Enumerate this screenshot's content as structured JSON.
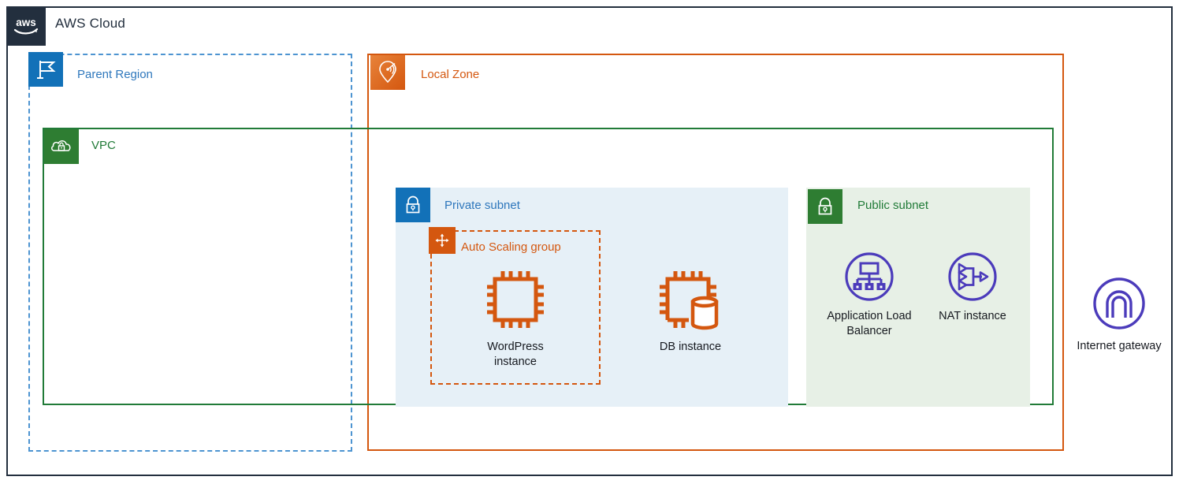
{
  "diagram": {
    "title": "AWS Cloud",
    "aws_logo": "aws-logo",
    "groups": {
      "parent_region": {
        "label": "Parent Region",
        "icon": "region-flag-icon",
        "color": "#2e77bc",
        "border_color": "#4d94d1",
        "border_style": "dashed"
      },
      "local_zone": {
        "label": "Local Zone",
        "icon": "local-zone-pin-icon",
        "color": "#d4570f",
        "border_color": "#d4570f",
        "border_style": "solid"
      },
      "vpc": {
        "label": "VPC",
        "icon": "vpc-cloud-lock-icon",
        "color": "#217b38",
        "border_color": "#217b38",
        "border_style": "solid"
      },
      "private_subnet": {
        "label": "Private subnet",
        "icon": "padlock-icon",
        "color": "#2e77bc",
        "fill": "#e6f0f7"
      },
      "public_subnet": {
        "label": "Public subnet",
        "icon": "padlock-icon",
        "color": "#217b38",
        "fill": "#e7f0e6"
      },
      "auto_scaling_group": {
        "label": "Auto Scaling group",
        "icon": "auto-scaling-arrows-icon",
        "color": "#d4570f",
        "border_style": "dashed"
      }
    },
    "nodes": [
      {
        "id": "wordpress-instance",
        "label": "WordPress\ninstance",
        "icon": "ec2-chip-icon",
        "color": "#d4570f",
        "parent": "auto_scaling_group"
      },
      {
        "id": "db-instance",
        "label": "DB instance",
        "icon": "rds-chip-database-icon",
        "color": "#d4570f",
        "parent": "private_subnet"
      },
      {
        "id": "application-load-balancer",
        "label": "Application Load\nBalancer",
        "icon": "load-balancer-icon",
        "color": "#4b3bbb",
        "parent": "public_subnet"
      },
      {
        "id": "nat-instance",
        "label": "NAT instance",
        "icon": "nat-gateway-icon",
        "color": "#4b3bbb",
        "parent": "public_subnet"
      },
      {
        "id": "internet-gateway",
        "label": "Internet gateway",
        "icon": "internet-gateway-icon",
        "color": "#4b3bbb",
        "parent": "aws_cloud"
      }
    ]
  }
}
